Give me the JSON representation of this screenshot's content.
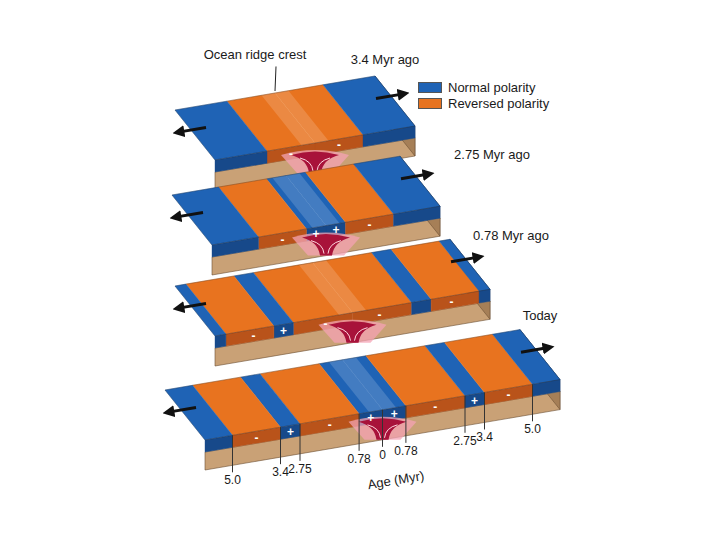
{
  "diagram": {
    "labels": [
      "Ocean ridge crest",
      "3.4 Myr ago",
      "-",
      "-",
      "2.75 Myr ago",
      "-",
      "+",
      "+",
      "-",
      "0.78 Myr ago",
      "-",
      "+",
      "-",
      "-",
      "-",
      "Today",
      "-",
      "+",
      "-",
      "+",
      "+",
      "-",
      "+",
      "-",
      "5.0",
      "3.4",
      "2.75",
      "0.78",
      "0",
      "0.78",
      "2.75",
      "3.4",
      "5.0",
      "Age (Myr)"
    ],
    "legend": [
      {
        "text": "Normal polarity",
        "color": "#1f63b5"
      },
      {
        "text": "Reversed polarity",
        "color": "#e8731f"
      }
    ]
  }
}
